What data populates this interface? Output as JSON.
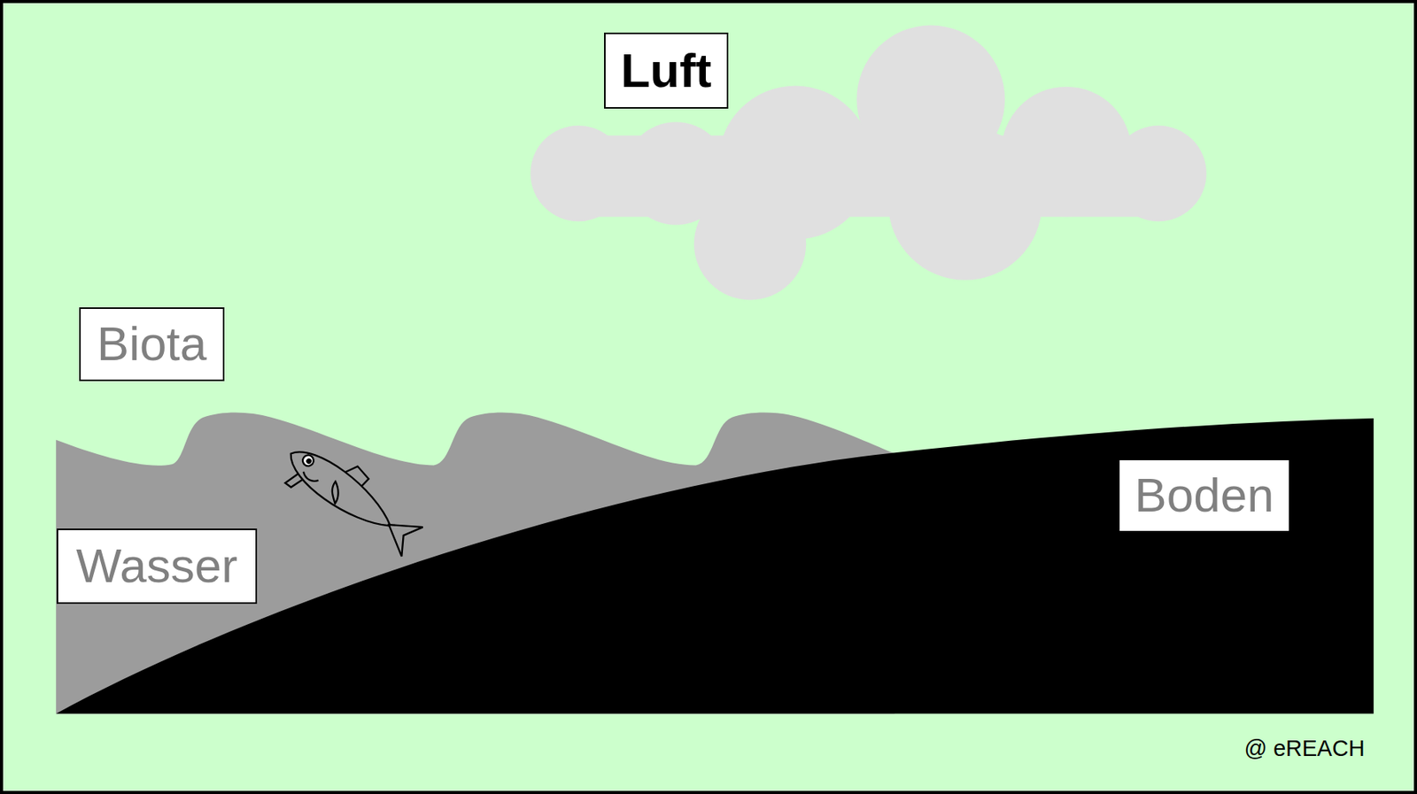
{
  "diagram": {
    "nodes": [
      {
        "text": [
          "Luft"
        ]
      },
      {
        "text": [
          "Biota"
        ]
      },
      {
        "text": [
          "Wasser"
        ]
      },
      {
        "text": [
          "Boden"
        ]
      }
    ],
    "labels": [
      "@ eREACH"
    ]
  }
}
